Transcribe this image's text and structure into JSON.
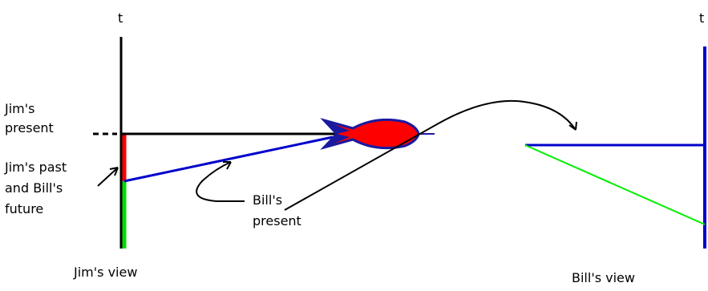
{
  "left_panel": {
    "axis_label": "t",
    "present_label_line1": "Jim's",
    "present_label_line2": "present",
    "past_label_line1": "Jim's past",
    "past_label_line2": "and Bill's",
    "past_label_line3": "future",
    "bill_present_line1": "Bill's",
    "bill_present_line2": "present",
    "caption": "Jim's view"
  },
  "right_panel": {
    "axis_label": "t",
    "caption": "Bill's view"
  },
  "colors": {
    "axis": "#000000",
    "jim_past": "#ff0000",
    "bill_future": "#00dd00",
    "bill_present": "#0000cc",
    "rocket_body": "#ff0000",
    "rocket_outline": "#1a1aa0",
    "green_line": "#00ee00"
  }
}
